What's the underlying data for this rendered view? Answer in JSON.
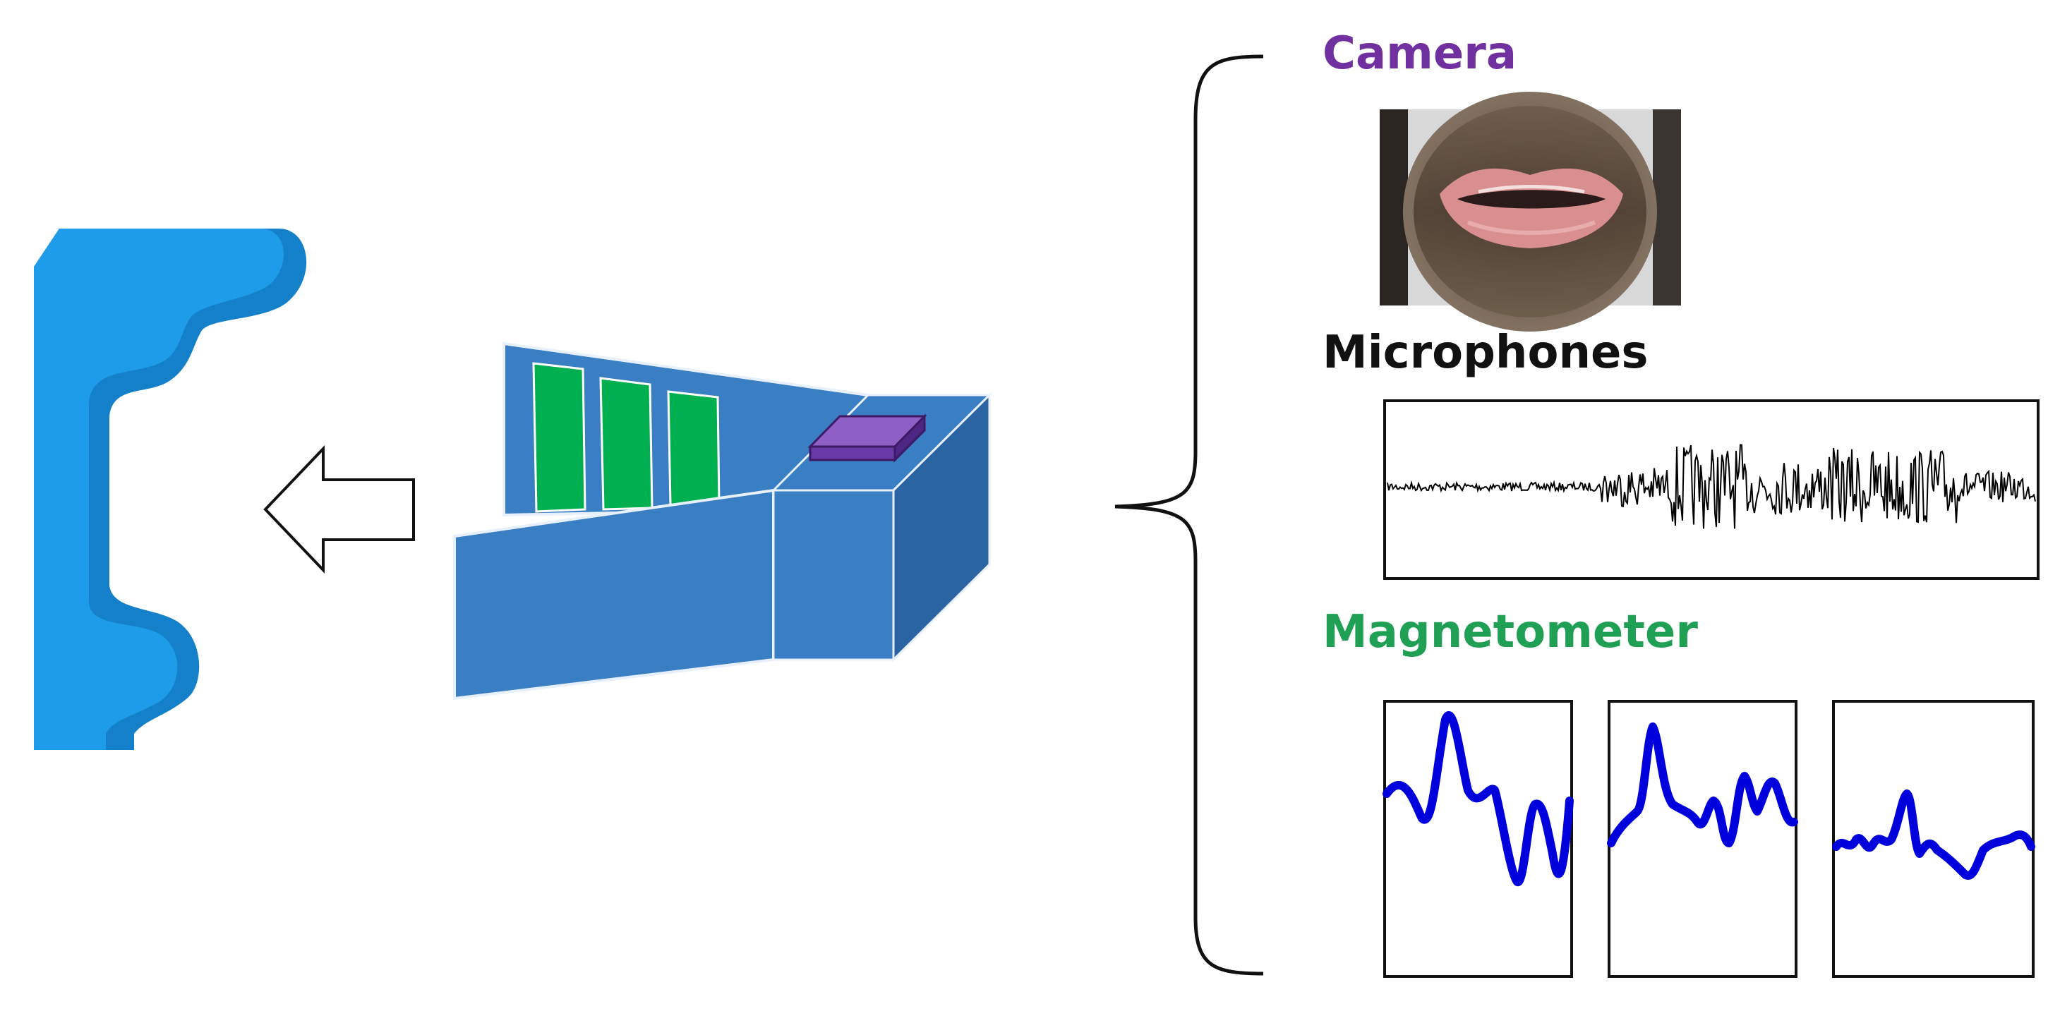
{
  "labels": {
    "camera": "Camera",
    "microphones": "Microphones",
    "magnetometer": "Magnetometer"
  },
  "colors": {
    "camera_label": "#7030a0",
    "magnetometer_label": "#1fa055",
    "device_blue": "#3a7fc4",
    "device_dark_blue": "#2b64a3",
    "headset_blue": "#1e9be9",
    "headset_dark_blue": "#1380c9",
    "sensor_green": "#00b050",
    "camera_module_purple": "#8e5fc4",
    "magnetometer_trace": "#0000dd"
  },
  "icons": {
    "headset": "headset-shape-icon",
    "arrow": "left-arrow-icon",
    "device": "wearable-device-icon",
    "brace": "curly-brace-icon"
  }
}
